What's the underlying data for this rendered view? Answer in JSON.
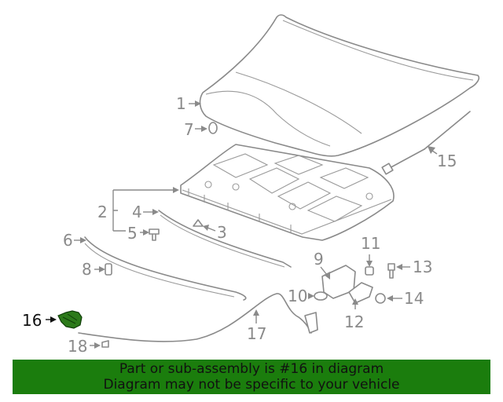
{
  "diagram": {
    "callouts": [
      {
        "id": "1",
        "label": "1"
      },
      {
        "id": "2",
        "label": "2"
      },
      {
        "id": "3",
        "label": "3"
      },
      {
        "id": "4",
        "label": "4"
      },
      {
        "id": "5",
        "label": "5"
      },
      {
        "id": "6",
        "label": "6"
      },
      {
        "id": "7",
        "label": "7"
      },
      {
        "id": "8",
        "label": "8"
      },
      {
        "id": "9",
        "label": "9"
      },
      {
        "id": "10",
        "label": "10"
      },
      {
        "id": "11",
        "label": "11"
      },
      {
        "id": "12",
        "label": "12"
      },
      {
        "id": "13",
        "label": "13"
      },
      {
        "id": "14",
        "label": "14"
      },
      {
        "id": "15",
        "label": "15"
      },
      {
        "id": "16",
        "label": "16"
      },
      {
        "id": "17",
        "label": "17"
      },
      {
        "id": "18",
        "label": "18"
      }
    ],
    "highlighted_part": "16",
    "highlight_color": "#2c7a1a",
    "line_color": "#8a8a8a"
  },
  "banner": {
    "line1": "Part or sub-assembly is #16 in diagram",
    "line2": "Diagram may not be specific to your vehicle",
    "background": "#1b7d0d"
  }
}
